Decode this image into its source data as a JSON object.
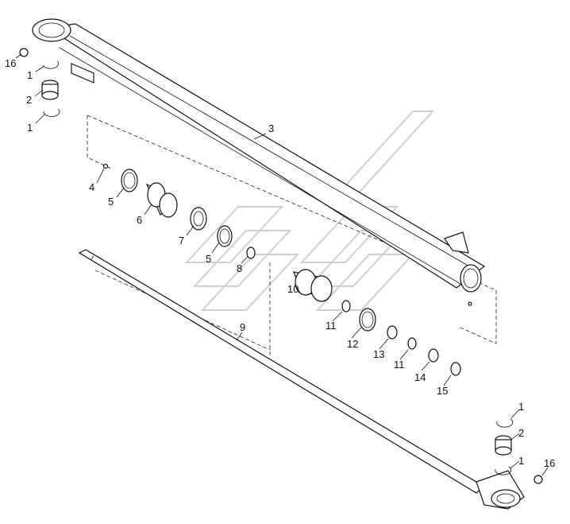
{
  "diagram": {
    "callouts": [
      "1",
      "2",
      "1",
      "16",
      "3",
      "4",
      "5",
      "6",
      "7",
      "5",
      "8",
      "10",
      "11",
      "12",
      "13",
      "11",
      "14",
      "15",
      "9",
      "1",
      "2",
      "1",
      "16"
    ]
  }
}
